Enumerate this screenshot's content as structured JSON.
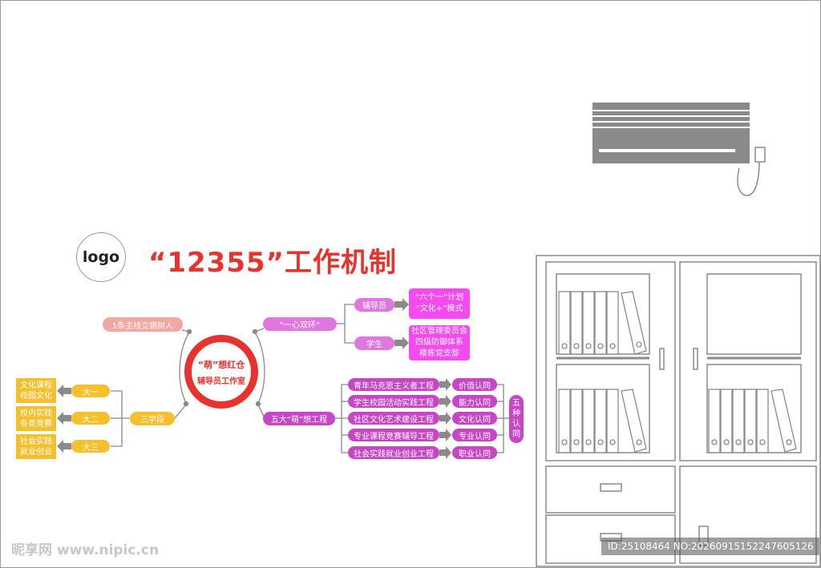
{
  "logo_text": "logo",
  "title": "“12355”工作机制",
  "center": {
    "title": "“萌”想红仓",
    "subtitle": "辅导员工作室"
  },
  "mainline": "1条主线立德树人",
  "xinhuan": {
    "label": "“一心双环”",
    "counselor": {
      "label": "辅导员",
      "box_lines": [
        "“六个一”计划",
        "“文化+”模式"
      ]
    },
    "student": {
      "label": "学生",
      "box_lines": [
        "社区管理委员会",
        "四级防御体系",
        "楼栋党支部"
      ]
    }
  },
  "stages": {
    "label": "三学段",
    "items": [
      {
        "grade": "大一",
        "box_lines": [
          "文化课程",
          "校园文化"
        ]
      },
      {
        "grade": "大二",
        "box_lines": [
          "校内实践",
          "各类竞赛"
        ]
      },
      {
        "grade": "大三",
        "box_lines": [
          "社会实践",
          "就业创业"
        ]
      }
    ]
  },
  "projects": {
    "label": "五大“萌”想工程",
    "items": [
      {
        "project": "青年马克思主义者工程",
        "identity": "价值认同"
      },
      {
        "project": "学生校园活动实践工程",
        "identity": "能力认同"
      },
      {
        "project": "社区文化艺术建设工程",
        "identity": "文化认同"
      },
      {
        "project": "专业课程竞赛辅导工程",
        "identity": "专业认同"
      },
      {
        "project": "社会实践就业创业工程",
        "identity": "职业认同"
      }
    ],
    "summary_chars": [
      "五",
      "种",
      "认",
      "同"
    ]
  },
  "watermark": {
    "left": "昵享网 www.nipic.cn",
    "right": "ID:25108464 NO:20260915152247605126"
  },
  "colors": {
    "red": "#e8322e",
    "pink": "#f4a7a0",
    "magenta": "#c646c6",
    "bright_magenta": "#f44af0",
    "yellow": "#f6c02d",
    "gray": "#808080"
  }
}
